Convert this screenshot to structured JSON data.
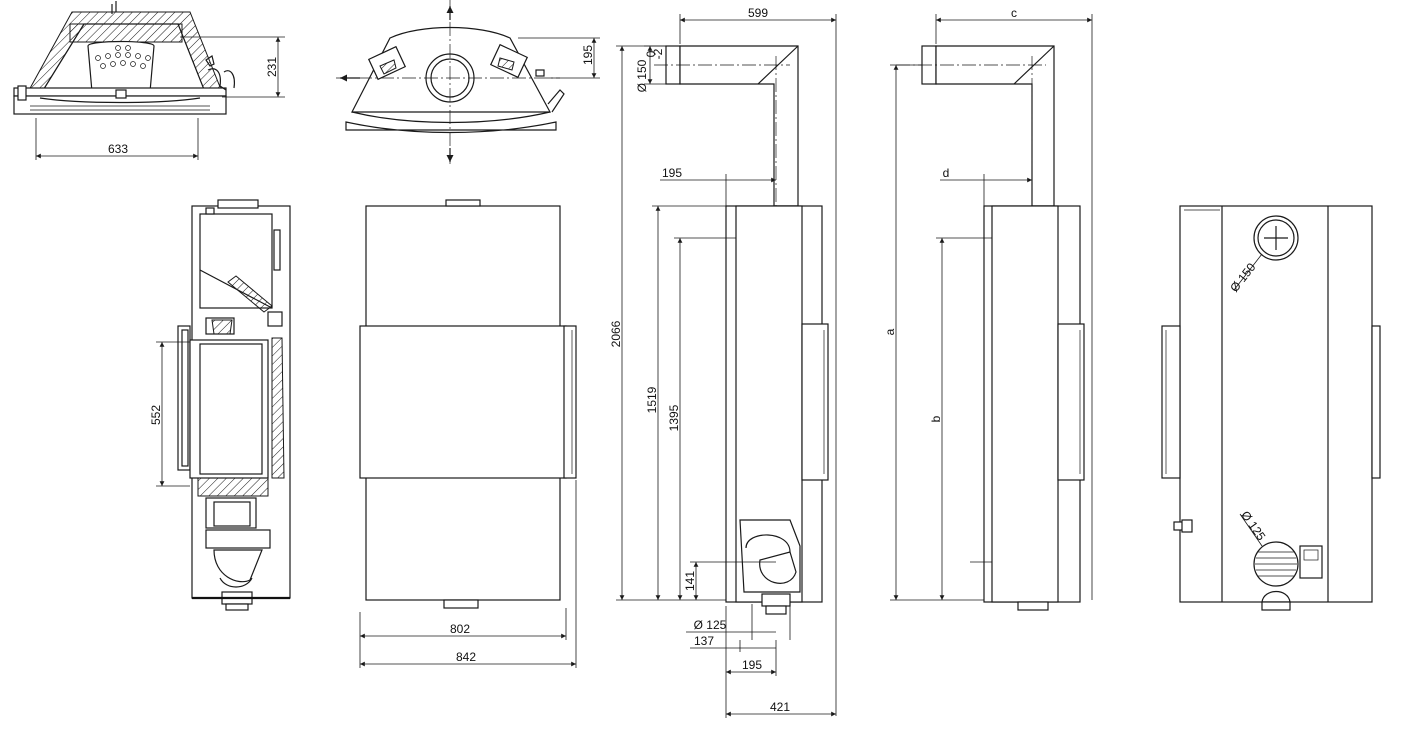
{
  "dimensions": {
    "top_width": "633",
    "top_height": "231",
    "top2_height": "195",
    "outlet_diameter": "Ø 150",
    "outlet_tol": "-2",
    "outlet_tol_upper": "0",
    "front_height": "552",
    "front_width_inner": "802",
    "front_width_outer": "842",
    "side_top_width": "599",
    "side_offset": "195",
    "side_total_height": "2066",
    "side_height_1519": "1519",
    "side_height_1395": "1395",
    "side_141": "141",
    "side_inlet_diameter": "Ø 125",
    "side_137": "137",
    "side_195_bottom": "195",
    "side_depth": "421",
    "var_c": "c",
    "var_d": "d",
    "var_a": "a",
    "var_b": "b",
    "rear_outlet_diameter": "Ø 150",
    "rear_inlet_diameter": "Ø 125"
  }
}
